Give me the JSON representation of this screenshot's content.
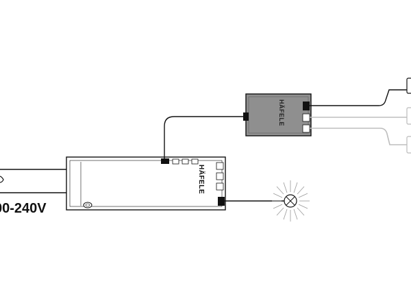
{
  "diagram": {
    "voltage_label": "00-240V",
    "brand_main": "HÄFELE",
    "brand_module": "HÄFELE",
    "line_color": "#111111",
    "secondary_line_color": "#bdbdbd",
    "module_fill": "#8f8f8f",
    "driver_fill": "#ffffff"
  }
}
